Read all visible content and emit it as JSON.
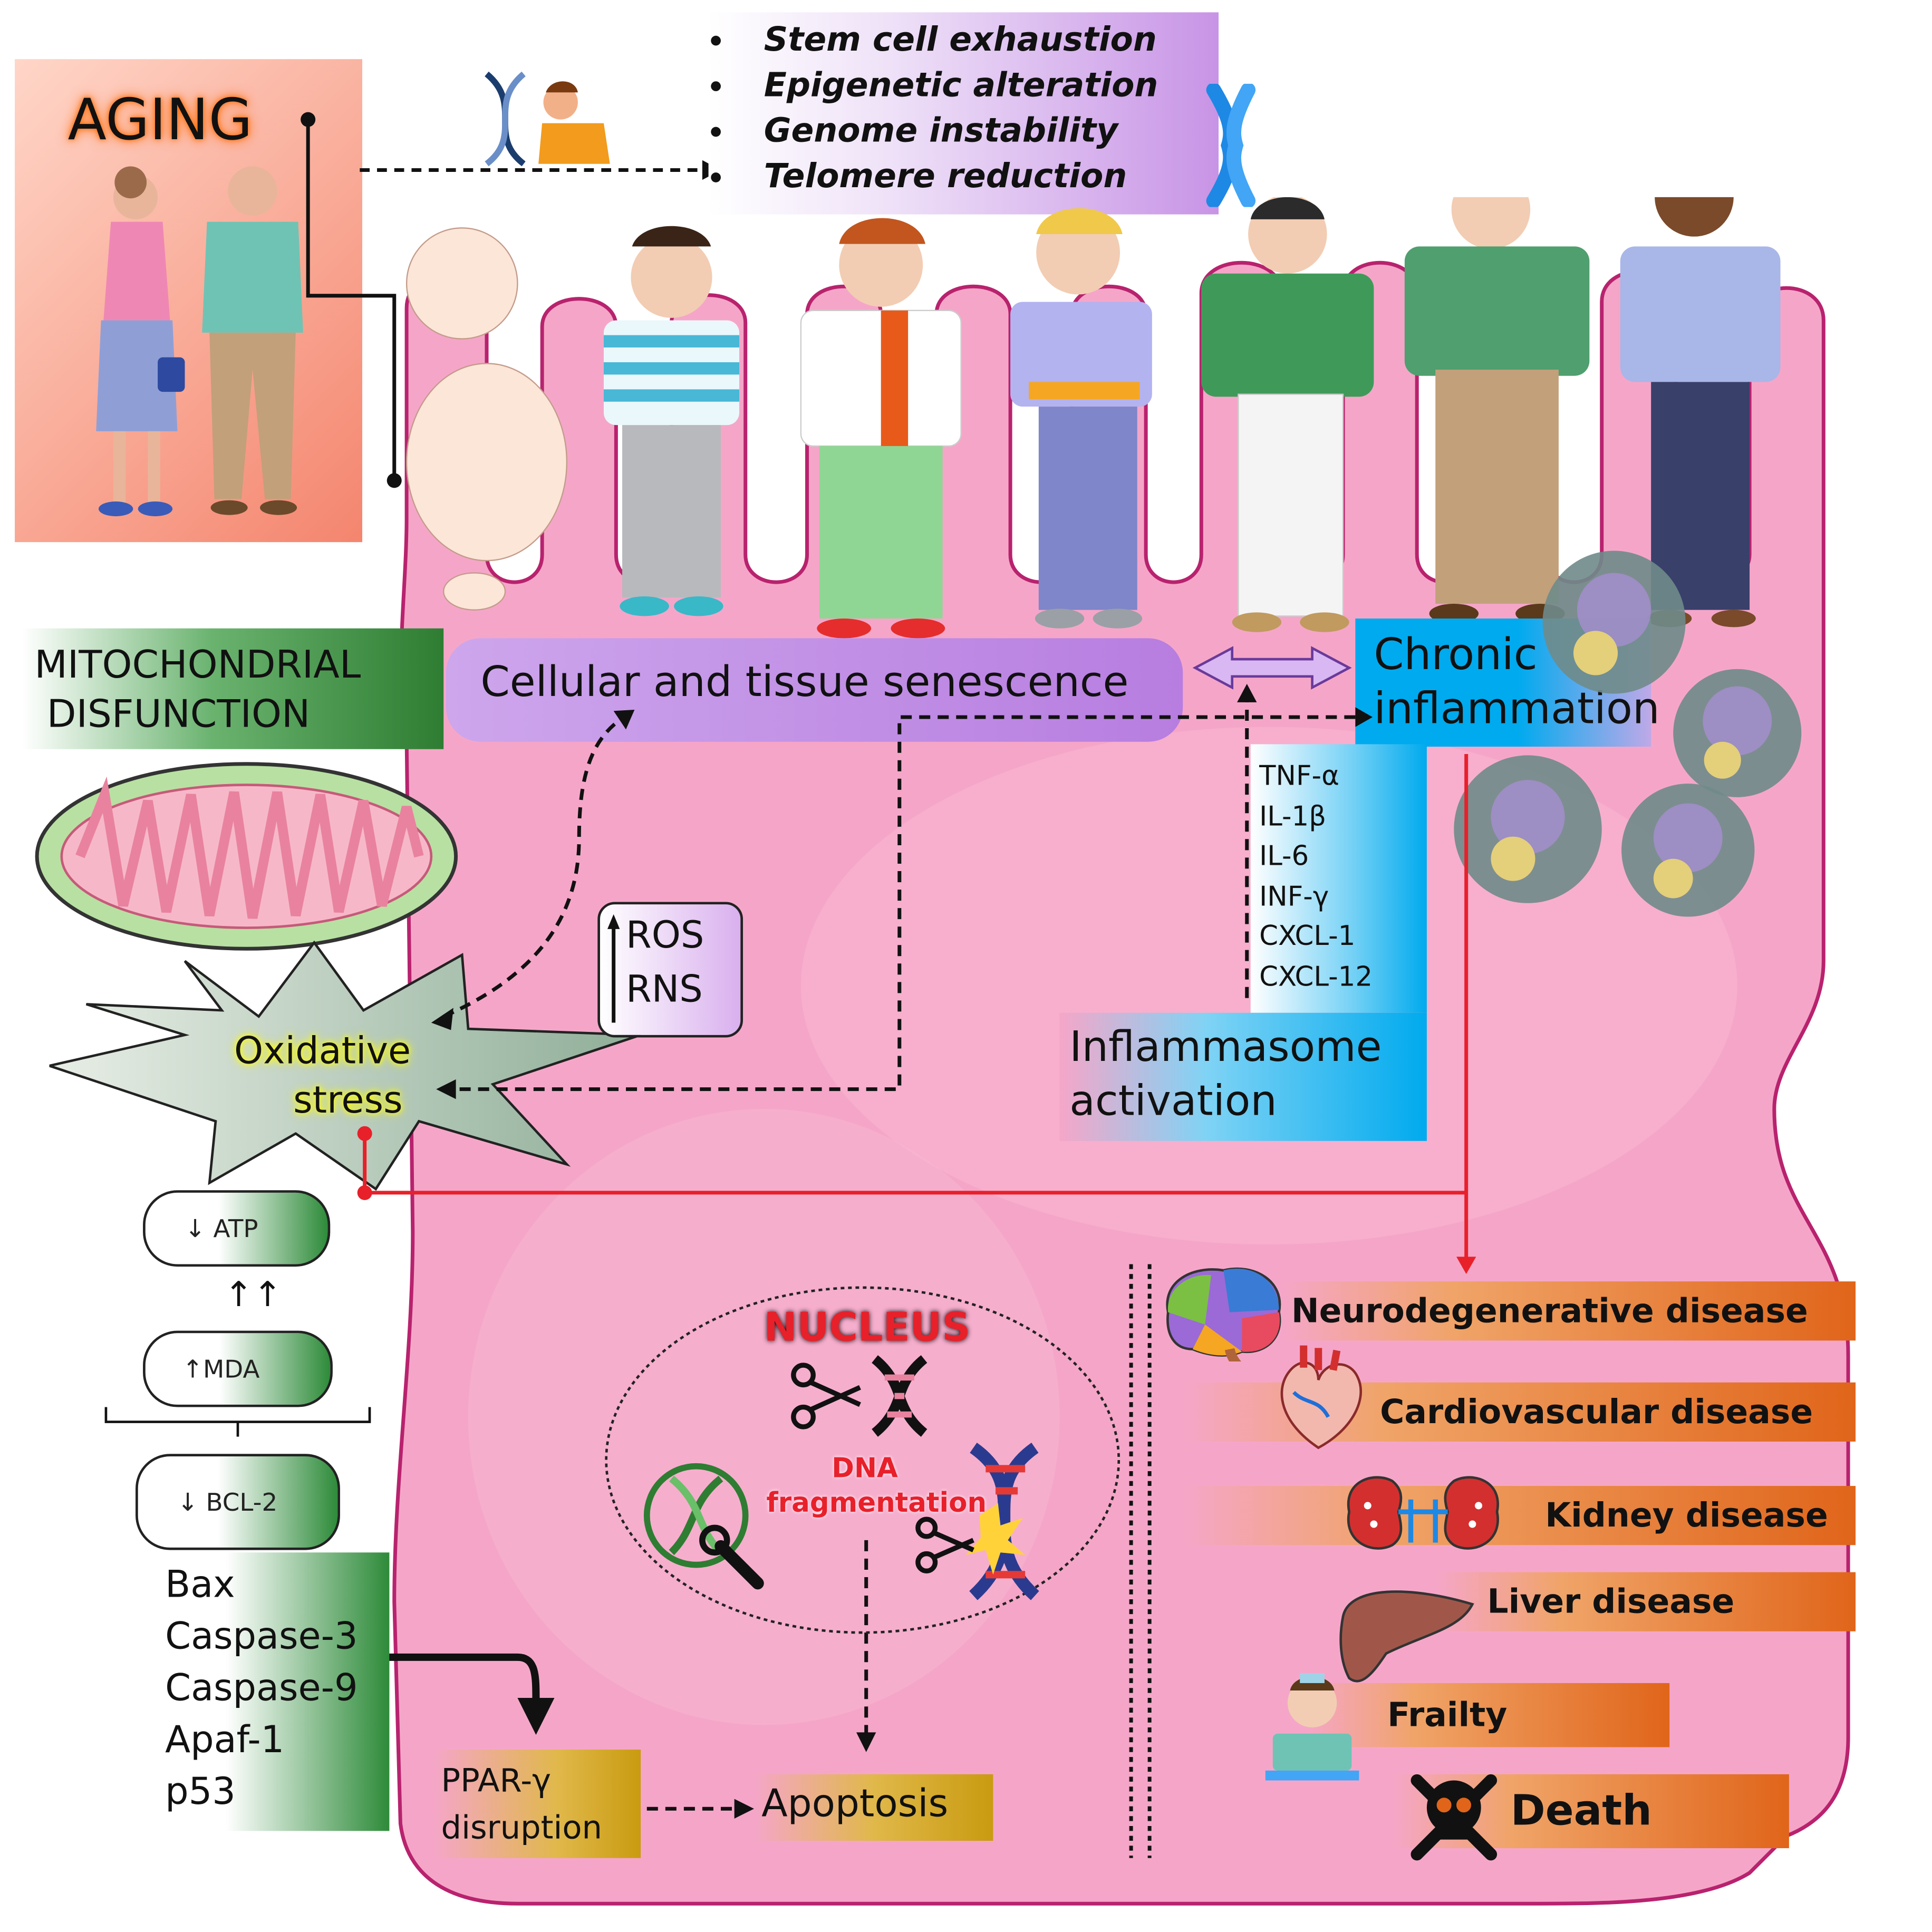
{
  "aging": {
    "title": "AGING"
  },
  "hallmarks": [
    "Stem cell exhaustion",
    "Epigenetic alteration",
    "Genome instability",
    "Telomere reduction"
  ],
  "senescence": "Cellular and tissue senescence",
  "chronic_inflammation": "Chronic inflammation",
  "mito": {
    "title_line1": "MITOCHONDRIAL",
    "title_line2": "DISFUNCTION"
  },
  "ros": {
    "line1": "ROS",
    "line2": "RNS"
  },
  "oxidative": {
    "line1": "Oxidative",
    "line2": "stress"
  },
  "cytokines": [
    "TNF-α",
    "IL-1β",
    "IL-6",
    "INF-γ",
    "CXCL-1",
    "CXCL-12"
  ],
  "inflammasome": {
    "line1": "Inflammasome",
    "line2": "activation"
  },
  "markers": {
    "atp": "↓ ATP",
    "arrows": "↑↑",
    "mda": "↑MDA",
    "bcl2": "↓ BCL-2"
  },
  "apoptotic_factors": [
    "Bax",
    "Caspase-3",
    "Caspase-9",
    "Apaf-1",
    "p53"
  ],
  "ppar": {
    "line1": "PPAR-γ",
    "line2": "disruption"
  },
  "apoptosis": "Apoptosis",
  "nucleus": {
    "title": "NUCLEUS",
    "dna_line1": "DNA",
    "dna_line2": "fragmentation"
  },
  "diseases": [
    "Neurodegenerative disease",
    "Cardiovascular disease",
    "Kidney disease",
    "Liver disease",
    "Frailty"
  ],
  "death": "Death",
  "colors": {
    "cell_pink": "#f4a0c4",
    "cell_border": "#b8226e",
    "green": "#2e7d32",
    "purple": "#c79be8",
    "blue": "#00aaee",
    "orange": "#e0651a",
    "gold": "#d4a017",
    "red": "#e8202a"
  }
}
